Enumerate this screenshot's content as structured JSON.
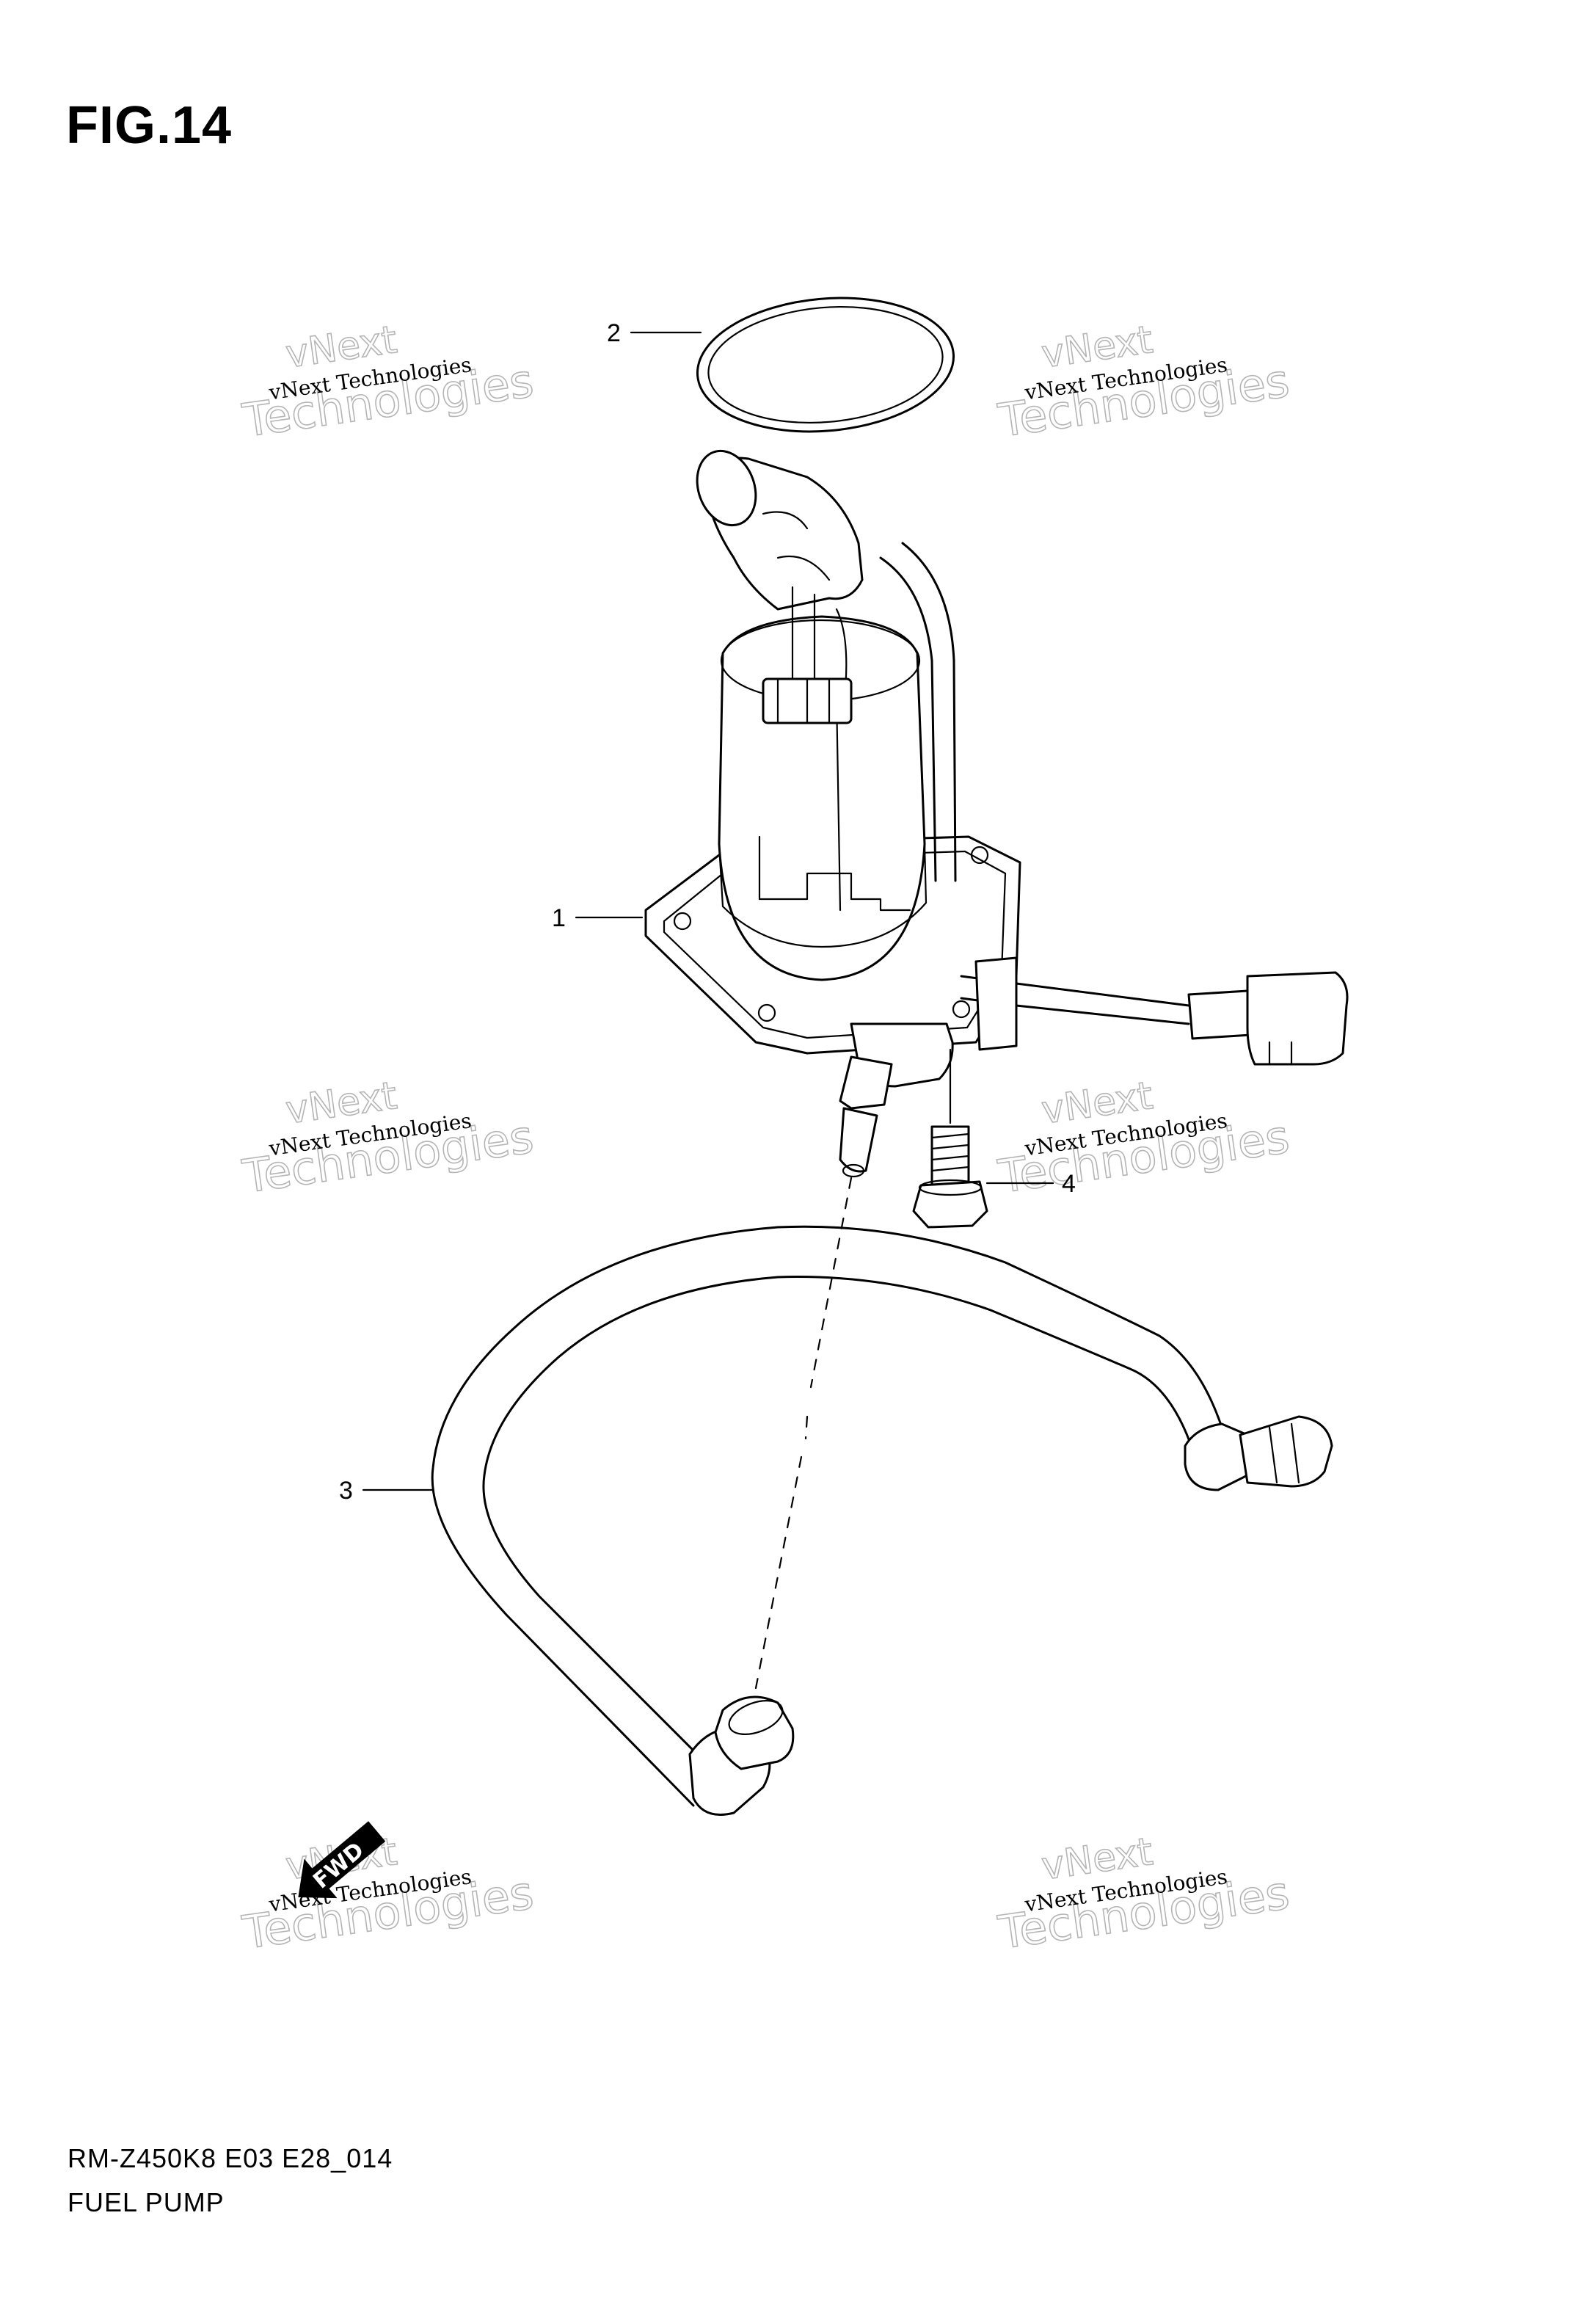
{
  "figure": {
    "title": "FIG.14",
    "model_code": "RM-Z450K8 E03 E28_014",
    "name": "FUEL PUMP"
  },
  "callouts": [
    {
      "label": "1",
      "part": "fuel-pump-assembly"
    },
    {
      "label": "2",
      "part": "o-ring"
    },
    {
      "label": "3",
      "part": "fuel-hose"
    },
    {
      "label": "4",
      "part": "bolt"
    }
  ],
  "watermark": {
    "small": "vNext Technologies",
    "large_top": "vNext",
    "large_bottom": "Technologies"
  },
  "direction_badge": "FWD"
}
